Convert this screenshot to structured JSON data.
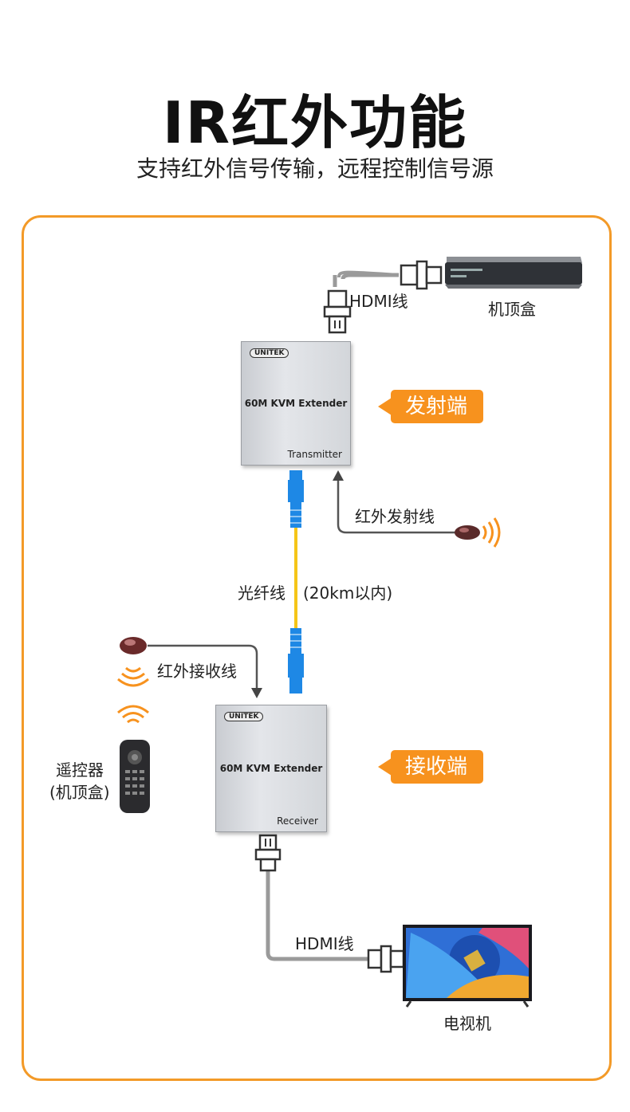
{
  "header": {
    "title": "IR红外功能",
    "subtitle": "支持红外信号传输，远程控制信号源"
  },
  "diagram": {
    "hdmi_top_label": "HDMI线",
    "settop_box_label": "机顶盒",
    "transmitter": {
      "brand": "UNITEK",
      "model": "60M KVM Extender",
      "role": "Transmitter",
      "tag": "发射端"
    },
    "ir_emitter_label": "红外发射线",
    "fiber_label": "光纤线",
    "fiber_range_label": "(20km以内)",
    "ir_receiver_label": "红外接收线",
    "remote_label_line1": "遥控器",
    "remote_label_line2": "(机顶盒)",
    "receiver": {
      "brand": "UNITEK",
      "model": "60M KVM Extender",
      "role": "Receiver",
      "tag": "接收端"
    },
    "hdmi_bottom_label": "HDMI线",
    "tv_label": "电视机"
  },
  "colors": {
    "accent": "#f7921e",
    "frame": "#f39a28",
    "fiber": "#f5c518",
    "connector": "#1e88e5"
  }
}
